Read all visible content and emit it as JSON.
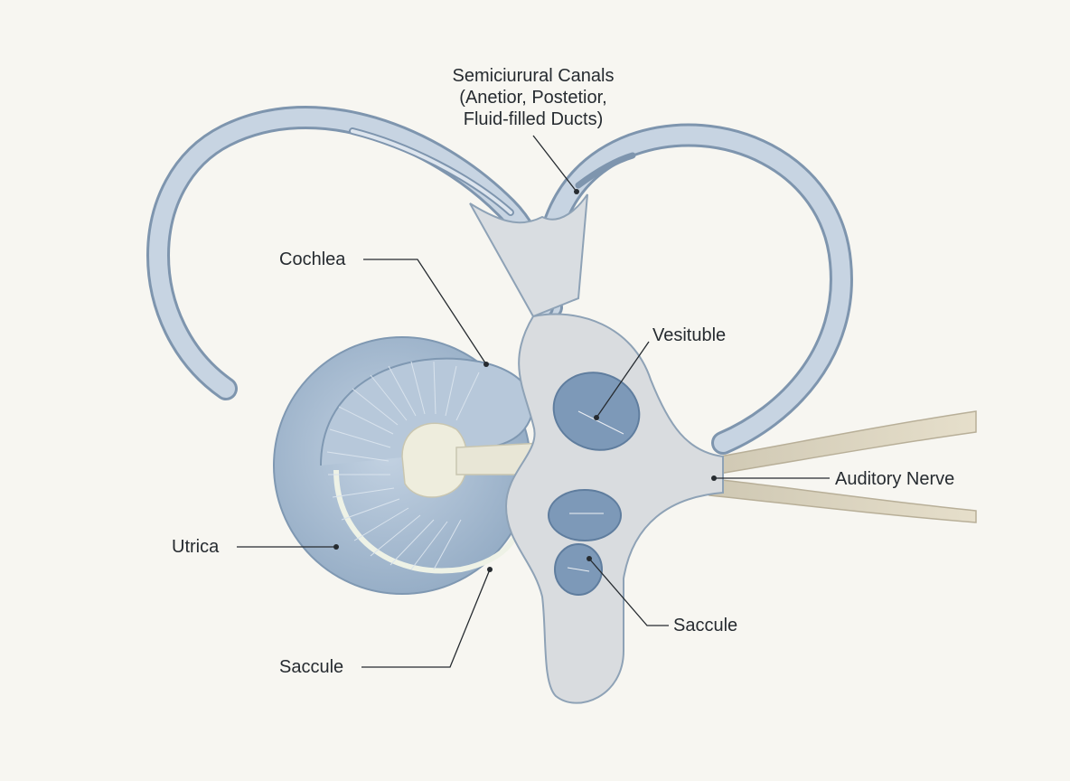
{
  "labels": {
    "semicircular_canals": {
      "line1": "Semiciurural Canals",
      "line2": "(Anetior, Postetior,",
      "line3": "Fluid-filled Ducts)"
    },
    "cochlea": "Cochlea",
    "vestibule": "Vesituble",
    "auditory_nerve": "Auditory Nerve",
    "utrica": "Utrica",
    "saccule_left": "Saccule",
    "saccule_right": "Saccule"
  },
  "colors": {
    "background": "#f7f6f1",
    "canal_outline": "#7e95ae",
    "canal_fill": "#c7d4e2",
    "cochlea_fill": "#a9bdd2",
    "cochlea_dark": "#8ea6bf",
    "vestibule_fill": "#d9dcdf",
    "organ_fill": "#7d99b8",
    "nerve_fill": "#ddd6c2",
    "label_text": "#262b30",
    "leader_line": "#262b30"
  }
}
